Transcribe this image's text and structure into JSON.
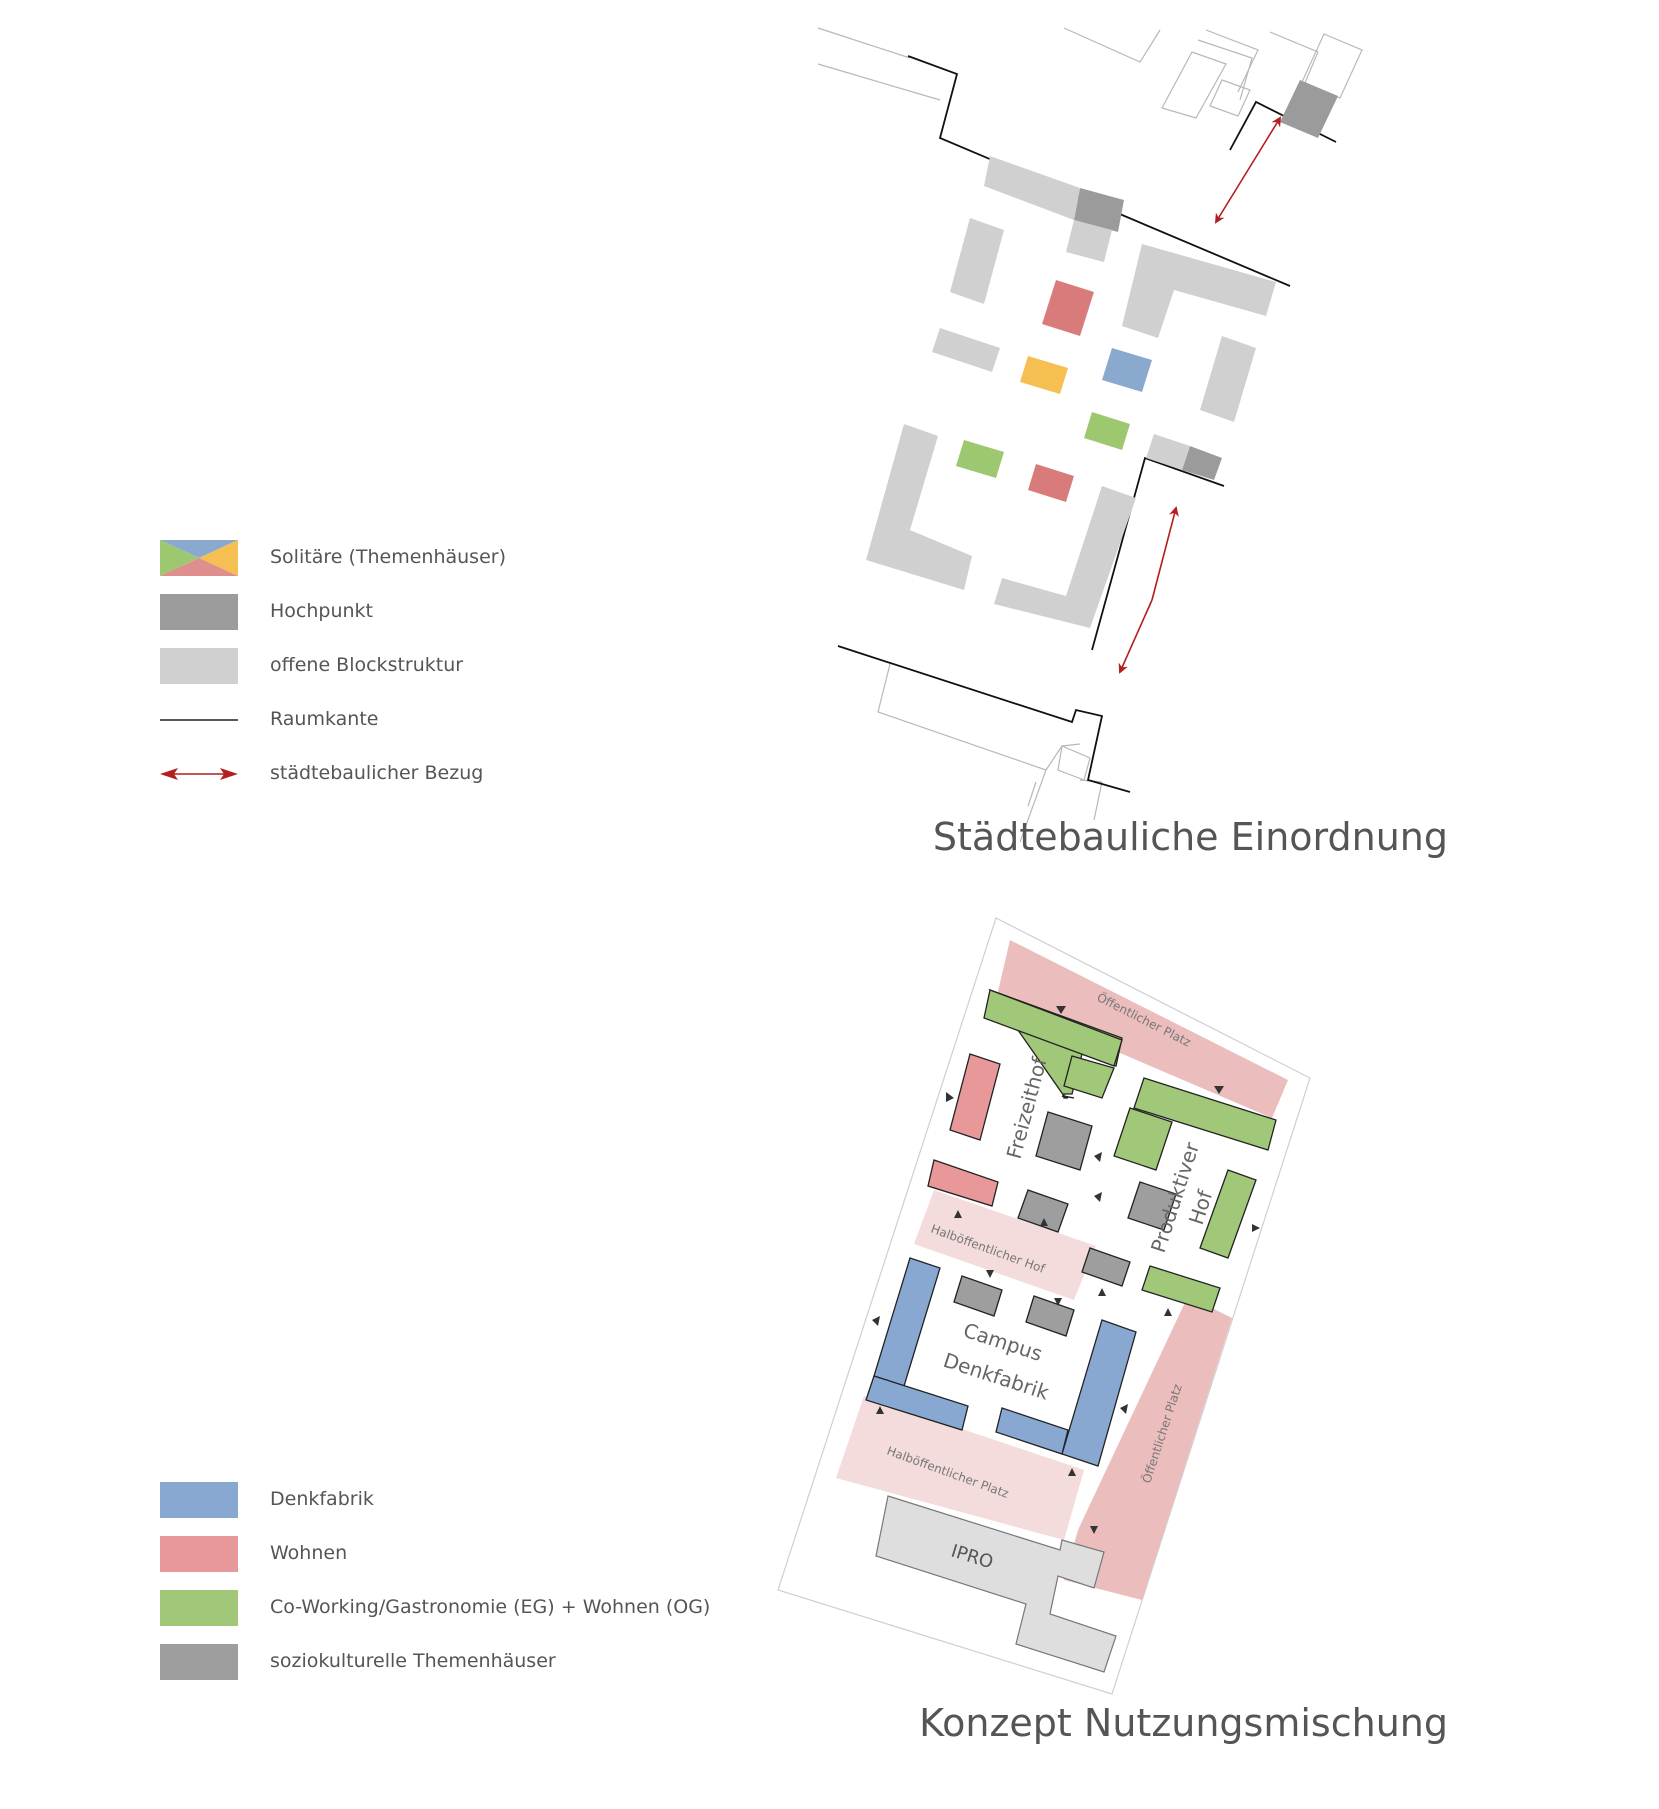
{
  "top_diagram": {
    "title": "Städtebauliche Einordnung",
    "legend": [
      {
        "label": "Solitäre (Themenhäuser)",
        "icon": "quad-color-swatch",
        "colors": [
          "#8aa9cf",
          "#f5bf52",
          "#e08d8d",
          "#9ec870"
        ]
      },
      {
        "label": "Hochpunkt",
        "color": "#9b9b9b"
      },
      {
        "label": "offene Blockstruktur",
        "color": "#d0d0d0"
      },
      {
        "label": "Raumkante",
        "icon": "line"
      },
      {
        "label": "städtebaulicher Bezug",
        "icon": "double-arrow",
        "color": "#b21f1f"
      }
    ]
  },
  "bottom_diagram": {
    "title": "Konzept Nutzungsmischung",
    "legend": [
      {
        "label": "Denkfabrik",
        "color": "#88a8d2"
      },
      {
        "label": "Wohnen",
        "color": "#e89898"
      },
      {
        "label": "Co-Working/Gastronomie (EG) + Wohnen (OG)",
        "color": "#a0c878"
      },
      {
        "label": "soziokulturelle Themenhäuser",
        "color": "#9e9e9e"
      }
    ],
    "labels": {
      "oeffentlicher_platz_top": "Öffentlicher Platz",
      "freizeithof": "Freizeithof",
      "produktiver_hof_line1": "Produktiver",
      "produktiver_hof_line2": "Hof",
      "halboeffentlicher_hof": "Halböffentlicher Hof",
      "campus_line1": "Campus",
      "campus_line2": "Denkfabrik",
      "halboeffentlicher_platz": "Halböffentlicher Platz",
      "oeffentlicher_platz_right": "Öffentlicher Platz",
      "ipro": "IPRO"
    }
  }
}
